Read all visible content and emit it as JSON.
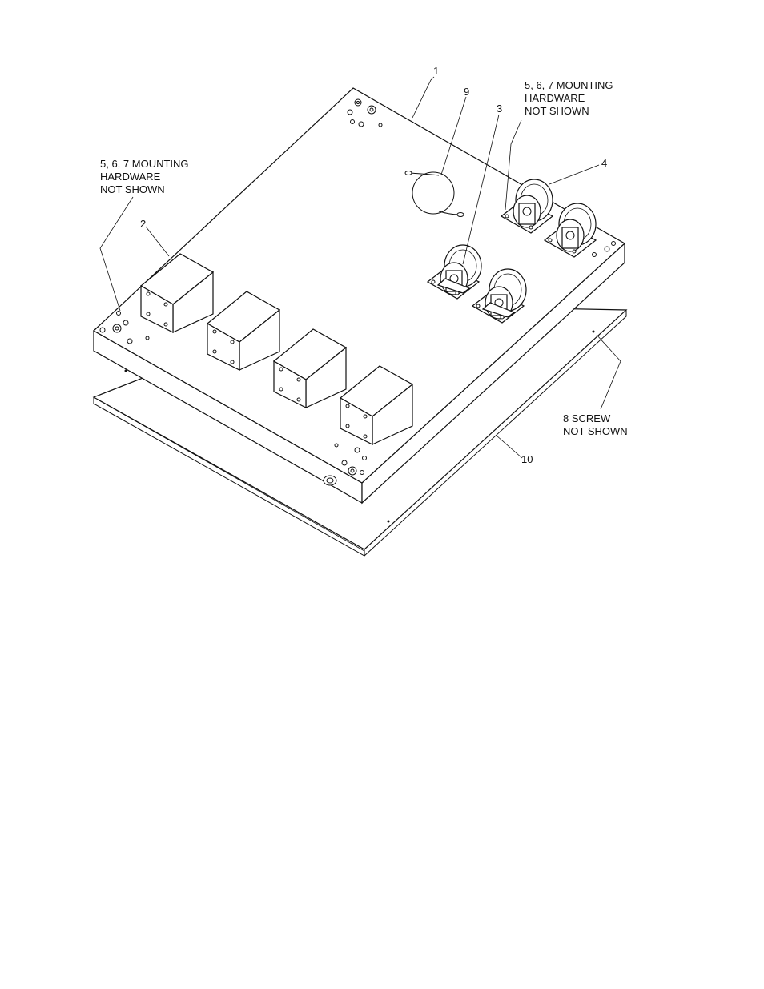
{
  "callouts": {
    "c1": "1",
    "c2": "2",
    "c3": "3",
    "c4": "4",
    "c9": "9",
    "c10": "10"
  },
  "notes": {
    "mount_left": [
      "5, 6, 7 MOUNTING",
      "HARDWARE",
      "NOT SHOWN"
    ],
    "mount_right": [
      "5, 6, 7 MOUNTING",
      "HARDWARE",
      "NOT SHOWN"
    ],
    "screw": [
      "8 SCREW",
      "NOT SHOWN"
    ]
  }
}
